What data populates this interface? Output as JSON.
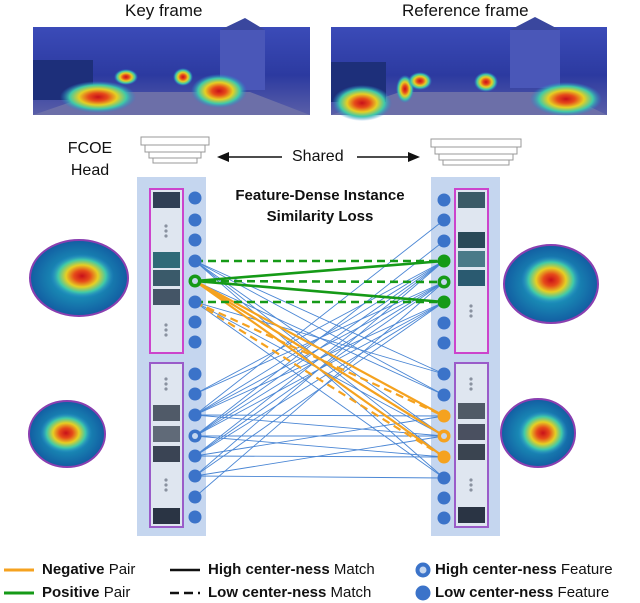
{
  "frames": {
    "key_title": "Key frame",
    "ref_title": "Reference frame"
  },
  "head": {
    "line1": "FCOE",
    "line2": "Head",
    "shared": "Shared"
  },
  "loss_title": {
    "line1": "Feature-Dense Instance",
    "line2": "Similarity Loss"
  },
  "legend": {
    "negative": {
      "bold": "Negative",
      "rest": "Pair"
    },
    "positive": {
      "bold": "Positive",
      "rest": "Pair"
    },
    "high_match": {
      "bold": "High center-ness",
      "rest": "Match"
    },
    "low_match": {
      "bold": "Low center-ness",
      "rest": "Match"
    },
    "high_feature": {
      "bold": "High center-ness",
      "rest": "Feature"
    },
    "low_feature": {
      "bold": "Low center-ness",
      "rest": "Feature"
    }
  },
  "colors": {
    "negative": "#f5a21f",
    "positive": "#159a17",
    "match_line": "#4a86d4",
    "feature_node": "#3b73c9",
    "column_bg": "#c5d6ef",
    "key_box": "#cc44cc",
    "ref_box": "#9a5cc9"
  }
}
